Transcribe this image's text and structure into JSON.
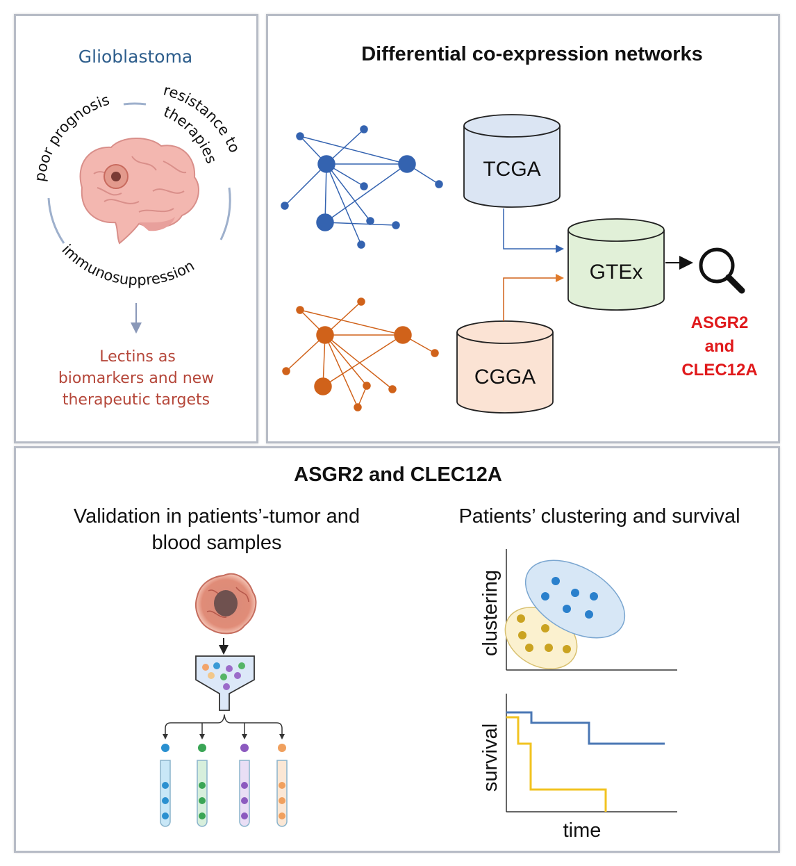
{
  "panel_left": {
    "title": "Glioblastoma",
    "arc_top_left": "poor prognosis",
    "arc_top_right_1": "resistance to",
    "arc_top_right_2": "therapies",
    "arc_bottom": "immunosuppression",
    "result_line1": "Lectins as",
    "result_line2": "biomarkers and new",
    "result_line3": "therapeutic targets"
  },
  "panel_right": {
    "title": "Differential co-expression networks",
    "db1": "TCGA",
    "db2": "GTEx",
    "db3": "CGGA",
    "result_line1": "ASGR2",
    "result_line2": "and",
    "result_line3": "CLEC12A"
  },
  "panel_bottom": {
    "title": "ASGR2 and CLEC12A",
    "left_heading_1": "Validation in patients’-tumor and",
    "left_heading_2": "blood samples",
    "right_heading": "Patients’ clustering and survival",
    "clustering_ylabel": "clustering",
    "survival_ylabel": "survival",
    "survival_xlabel": "time"
  },
  "colors": {
    "title_blue": "#2e5e8c",
    "lectins_red": "#b5473a",
    "accent_red": "#e0191b",
    "network_blue": "#3463b0",
    "network_orange": "#d0621a",
    "tcga_fill": "#dbe5f3",
    "gtex_fill": "#e1f0d8",
    "cgga_fill": "#fbe3d4",
    "survival_blue": "#4a77b4",
    "survival_yellow": "#f2c320"
  }
}
